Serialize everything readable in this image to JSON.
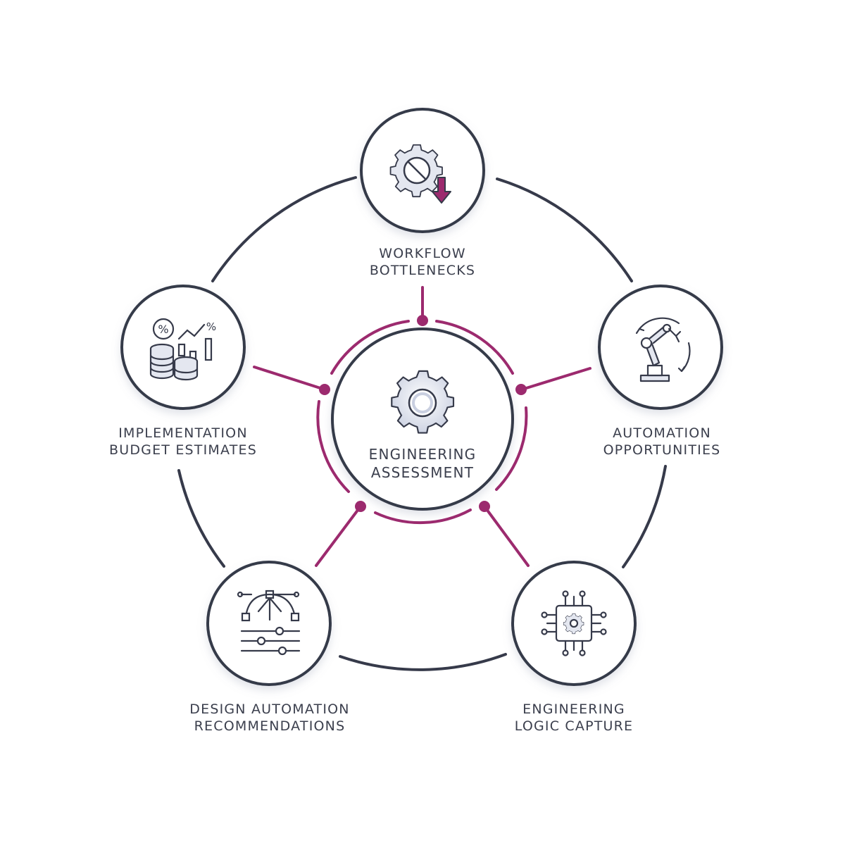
{
  "center": {
    "line1": "ENGINEERING",
    "line2": "ASSESSMENT",
    "icon": "gear-icon"
  },
  "nodes": [
    {
      "id": "workflow",
      "line1": "WORKFLOW",
      "line2": "BOTTLENECKS",
      "icon": "gear-blocked-down-arrow-icon"
    },
    {
      "id": "automation",
      "line1": "AUTOMATION",
      "line2": "OPPORTUNITIES",
      "icon": "robot-arm-icon"
    },
    {
      "id": "logic",
      "line1": "ENGINEERING",
      "line2": "LOGIC CAPTURE",
      "icon": "chip-gear-icon"
    },
    {
      "id": "design",
      "line1": "DESIGN AUTOMATION",
      "line2": "RECOMMENDATIONS",
      "icon": "vector-sliders-icon"
    },
    {
      "id": "budget",
      "line1": "IMPLEMENTATION",
      "line2": "BUDGET ESTIMATES",
      "icon": "coins-chart-icon"
    }
  ],
  "colors": {
    "stroke": "#363a4a",
    "accent": "#9c2a6e",
    "text": "#3b3f4d"
  }
}
